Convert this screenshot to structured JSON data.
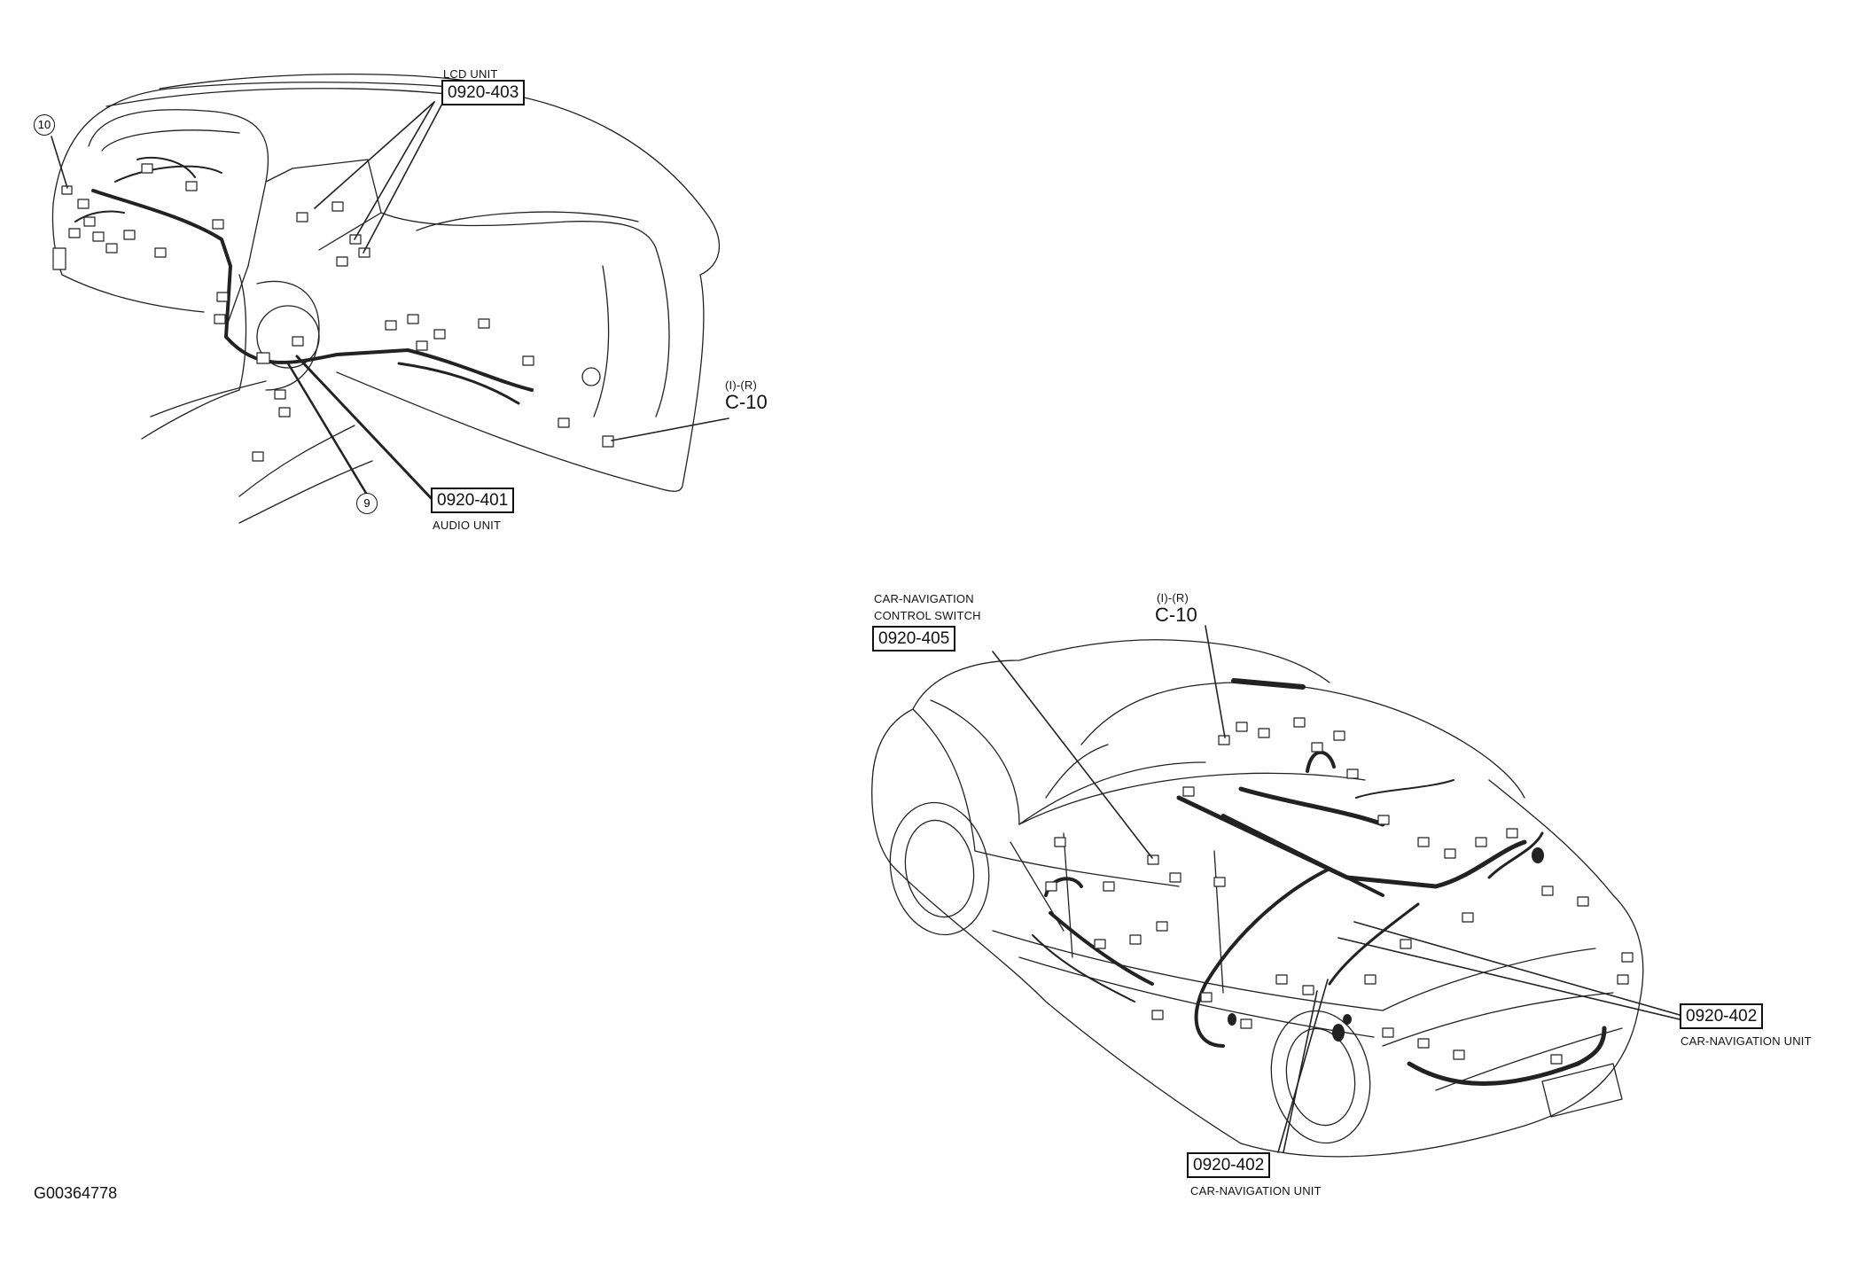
{
  "callouts": {
    "lcd_unit_label": "LCD UNIT",
    "lcd_unit_code": "0920-403",
    "audio_unit_code": "0920-401",
    "audio_unit_label": "AUDIO UNIT",
    "dash_connector_ref_top": "(I)-(R)",
    "dash_connector_ref": "C-10",
    "marker_9": "9",
    "marker_10": "10",
    "nav_switch_label_line1": "CAR-NAVIGATION",
    "nav_switch_label_line2": "CONTROL SWITCH",
    "nav_switch_code": "0920-405",
    "car_connector_ref_top": "(I)-(R)",
    "car_connector_ref": "C-10",
    "nav_unit_right_code": "0920-402",
    "nav_unit_right_label": "CAR-NAVIGATION UNIT",
    "nav_unit_bottom_code": "0920-402",
    "nav_unit_bottom_label": "CAR-NAVIGATION UNIT"
  },
  "figure_id": "G00364778"
}
